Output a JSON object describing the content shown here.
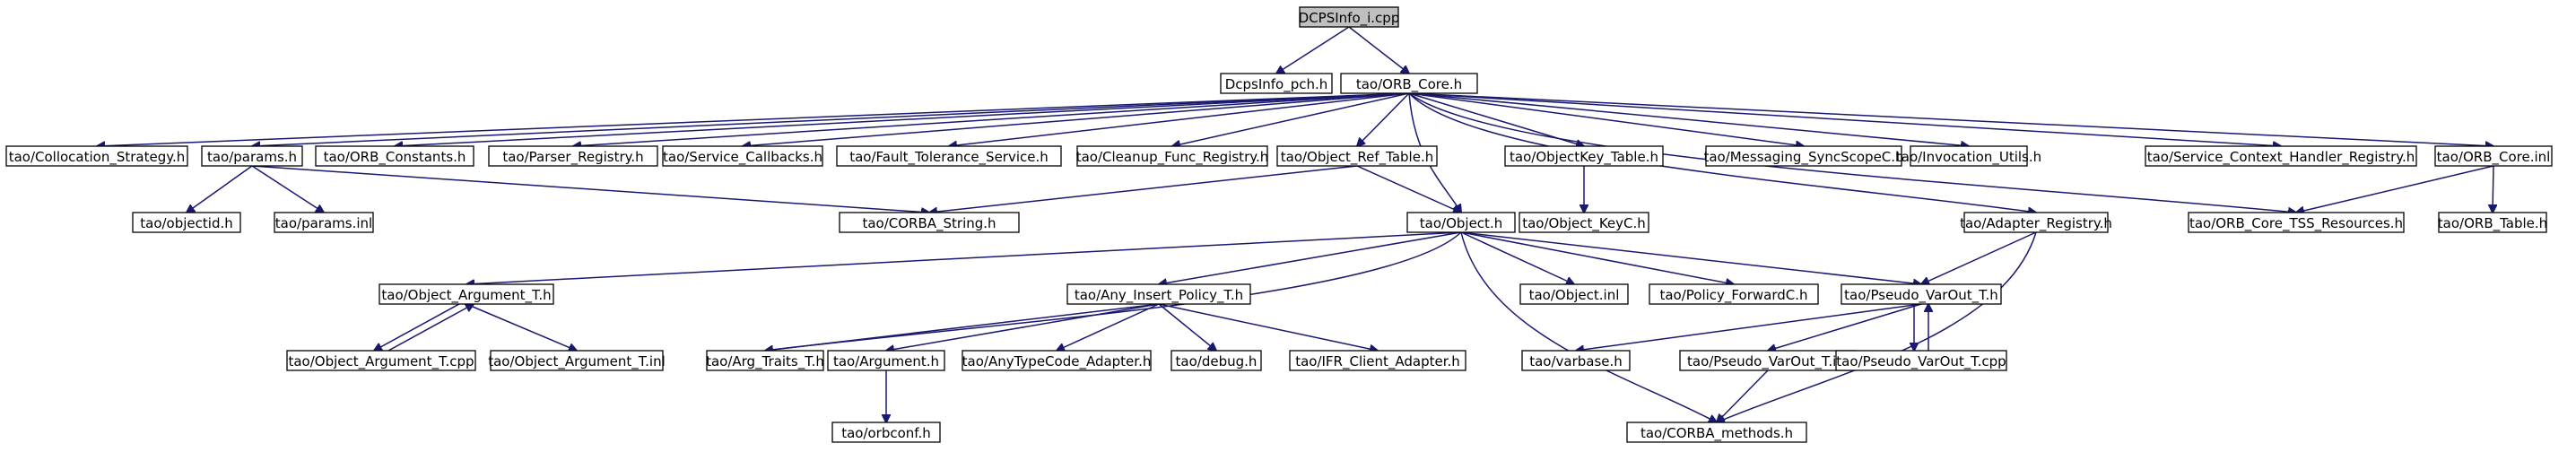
{
  "graph": {
    "root": "DCPSInfo_i.cpp",
    "arrow_color": "#191970",
    "root_fill": "#bfbfbf",
    "nodes": [
      {
        "id": "n0",
        "label": "DCPSInfo_i.cpp"
      },
      {
        "id": "n1",
        "label": "DcpsInfo_pch.h"
      },
      {
        "id": "n2",
        "label": "tao/ORB_Core.h"
      },
      {
        "id": "n3",
        "label": "tao/Collocation_Strategy.h"
      },
      {
        "id": "n4",
        "label": "tao/params.h"
      },
      {
        "id": "n5",
        "label": "tao/ORB_Constants.h"
      },
      {
        "id": "n6",
        "label": "tao/Parser_Registry.h"
      },
      {
        "id": "n7",
        "label": "tao/Service_Callbacks.h"
      },
      {
        "id": "n8",
        "label": "tao/Fault_Tolerance_Service.h"
      },
      {
        "id": "n9",
        "label": "tao/Cleanup_Func_Registry.h"
      },
      {
        "id": "n10",
        "label": "tao/Object_Ref_Table.h"
      },
      {
        "id": "n11",
        "label": "tao/ObjectKey_Table.h"
      },
      {
        "id": "n12",
        "label": "tao/Messaging_SyncScopeC.h"
      },
      {
        "id": "n13",
        "label": "tao/Invocation_Utils.h"
      },
      {
        "id": "n14",
        "label": "tao/Service_Context_Handler_Registry.h"
      },
      {
        "id": "n15",
        "label": "tao/ORB_Core.inl"
      },
      {
        "id": "n16",
        "label": "tao/objectid.h"
      },
      {
        "id": "n17",
        "label": "tao/params.inl"
      },
      {
        "id": "n18",
        "label": "tao/CORBA_String.h"
      },
      {
        "id": "n19",
        "label": "tao/Object.h"
      },
      {
        "id": "n20",
        "label": "tao/Object_KeyC.h"
      },
      {
        "id": "n21",
        "label": "tao/Adapter_Registry.h"
      },
      {
        "id": "n22",
        "label": "tao/ORB_Core_TSS_Resources.h"
      },
      {
        "id": "n23",
        "label": "tao/ORB_Table.h"
      },
      {
        "id": "n24",
        "label": "tao/Object_Argument_T.h"
      },
      {
        "id": "n25",
        "label": "tao/Any_Insert_Policy_T.h"
      },
      {
        "id": "n26",
        "label": "tao/Object.inl"
      },
      {
        "id": "n27",
        "label": "tao/Policy_ForwardC.h"
      },
      {
        "id": "n28",
        "label": "tao/Pseudo_VarOut_T.h"
      },
      {
        "id": "n29",
        "label": "tao/Object_Argument_T.cpp"
      },
      {
        "id": "n30",
        "label": "tao/Object_Argument_T.inl"
      },
      {
        "id": "n31",
        "label": "tao/Arg_Traits_T.h"
      },
      {
        "id": "n32",
        "label": "tao/Argument.h"
      },
      {
        "id": "n33",
        "label": "tao/AnyTypeCode_Adapter.h"
      },
      {
        "id": "n34",
        "label": "tao/debug.h"
      },
      {
        "id": "n35",
        "label": "tao/IFR_Client_Adapter.h"
      },
      {
        "id": "n36",
        "label": "tao/varbase.h"
      },
      {
        "id": "n37",
        "label": "tao/Pseudo_VarOut_T.inl"
      },
      {
        "id": "n38",
        "label": "tao/Pseudo_VarOut_T.cpp"
      },
      {
        "id": "n39",
        "label": "tao/orbconf.h"
      },
      {
        "id": "n40",
        "label": "tao/CORBA_methods.h"
      }
    ],
    "edges": [
      [
        "n0",
        "n1"
      ],
      [
        "n0",
        "n2"
      ],
      [
        "n2",
        "n3"
      ],
      [
        "n2",
        "n4"
      ],
      [
        "n2",
        "n5"
      ],
      [
        "n2",
        "n6"
      ],
      [
        "n2",
        "n7"
      ],
      [
        "n2",
        "n8"
      ],
      [
        "n2",
        "n9"
      ],
      [
        "n2",
        "n10"
      ],
      [
        "n2",
        "n19"
      ],
      [
        "n2",
        "n11"
      ],
      [
        "n2",
        "n12"
      ],
      [
        "n2",
        "n13"
      ],
      [
        "n2",
        "n21"
      ],
      [
        "n2",
        "n22"
      ],
      [
        "n2",
        "n14"
      ],
      [
        "n2",
        "n15"
      ],
      [
        "n4",
        "n16"
      ],
      [
        "n4",
        "n17"
      ],
      [
        "n4",
        "n18"
      ],
      [
        "n10",
        "n18"
      ],
      [
        "n10",
        "n19"
      ],
      [
        "n11",
        "n20"
      ],
      [
        "n15",
        "n22"
      ],
      [
        "n15",
        "n23"
      ],
      [
        "n21",
        "n28"
      ],
      [
        "n21",
        "n40"
      ],
      [
        "n19",
        "n24"
      ],
      [
        "n19",
        "n25"
      ],
      [
        "n19",
        "n26"
      ],
      [
        "n19",
        "n27"
      ],
      [
        "n19",
        "n28"
      ],
      [
        "n19",
        "n31"
      ],
      [
        "n19",
        "n40"
      ],
      [
        "n24",
        "n29"
      ],
      [
        "n29",
        "n24"
      ],
      [
        "n24",
        "n30"
      ],
      [
        "n25",
        "n31"
      ],
      [
        "n25",
        "n32"
      ],
      [
        "n25",
        "n33"
      ],
      [
        "n25",
        "n34"
      ],
      [
        "n25",
        "n35"
      ],
      [
        "n32",
        "n39"
      ],
      [
        "n28",
        "n36"
      ],
      [
        "n28",
        "n37"
      ],
      [
        "n28",
        "n38"
      ],
      [
        "n38",
        "n28"
      ],
      [
        "n37",
        "n40"
      ]
    ]
  }
}
